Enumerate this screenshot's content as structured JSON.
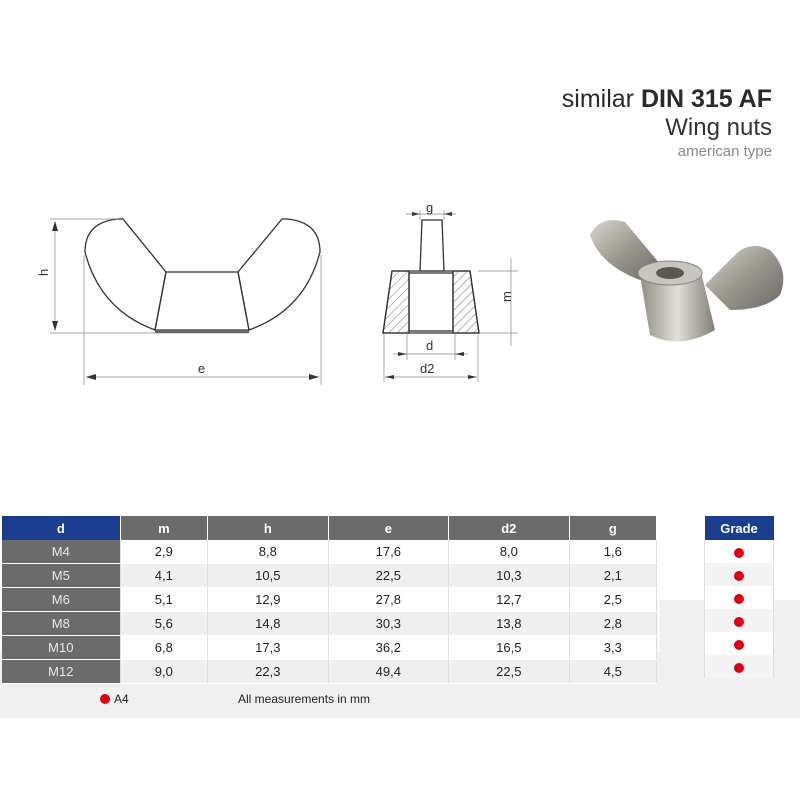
{
  "title": {
    "prefix": "similar ",
    "standard": "DIN 315 AF",
    "product": "Wing nuts",
    "subtitle": "american type"
  },
  "drawing_labels": {
    "h": "h",
    "e": "e",
    "g": "g",
    "m": "m",
    "d": "d",
    "d2": "d2"
  },
  "table": {
    "headers": [
      "d",
      "m",
      "h",
      "e",
      "d2",
      "g"
    ],
    "rows": [
      [
        "M4",
        "2,9",
        "8,8",
        "17,6",
        "8,0",
        "1,6"
      ],
      [
        "M5",
        "4,1",
        "10,5",
        "22,5",
        "10,3",
        "2,1"
      ],
      [
        "M6",
        "5,1",
        "12,9",
        "27,8",
        "12,7",
        "2,5"
      ],
      [
        "M8",
        "5,6",
        "14,8",
        "30,3",
        "13,8",
        "2,8"
      ],
      [
        "M10",
        "6,8",
        "17,3",
        "36,2",
        "16,5",
        "3,3"
      ],
      [
        "M12",
        "9,0",
        "22,3",
        "49,4",
        "22,5",
        "4,5"
      ]
    ]
  },
  "grade": {
    "header": "Grade",
    "rows": [
      "A4",
      "A4",
      "A4",
      "A4",
      "A4",
      "A4"
    ],
    "dot_color": "#e00014"
  },
  "legend": {
    "label": "A4",
    "note": "All measurements in mm"
  },
  "colors": {
    "header_blue": "#1b3d8f",
    "header_gray": "#6b6b6b"
  }
}
